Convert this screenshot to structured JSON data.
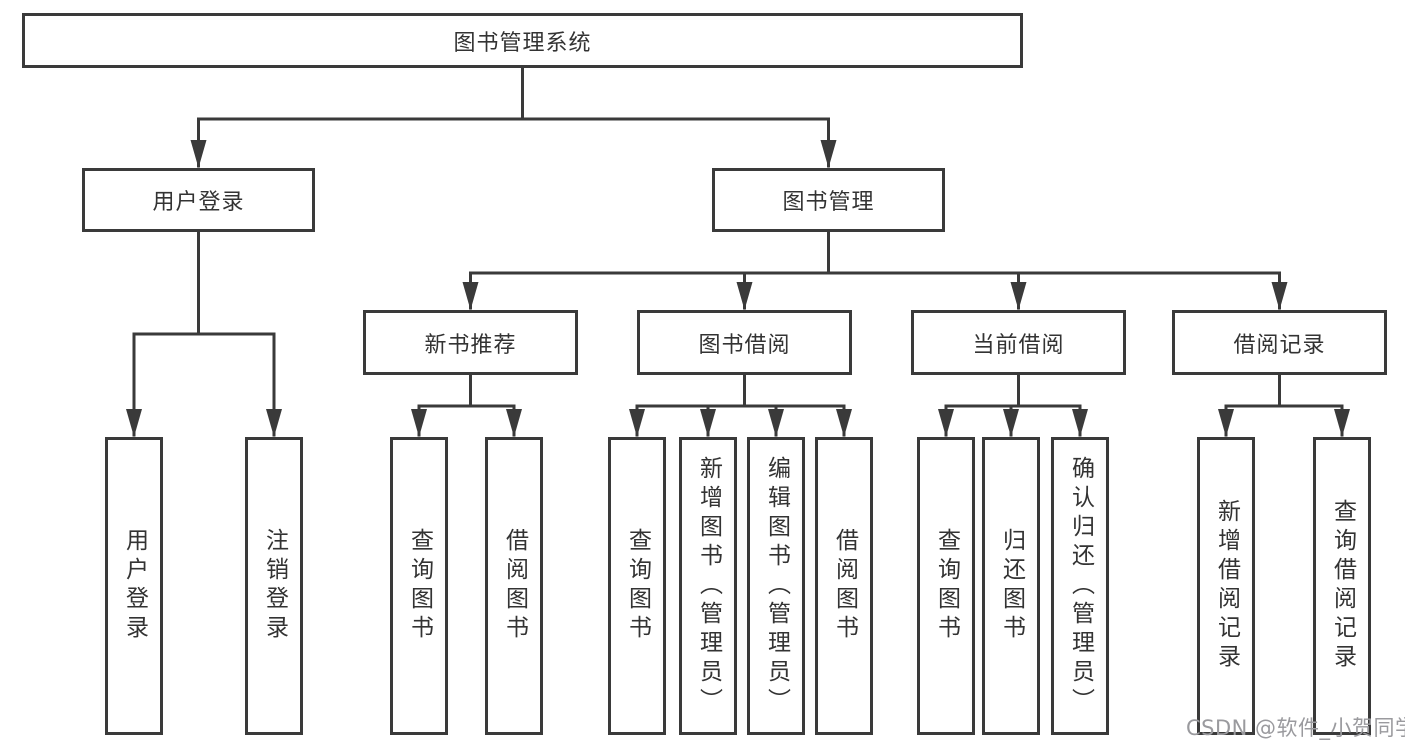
{
  "diagram": {
    "root": {
      "label": "图书管理系统"
    },
    "level2": [
      {
        "label": "用户登录"
      },
      {
        "label": "图书管理"
      }
    ],
    "level3": [
      {
        "label": "新书推荐"
      },
      {
        "label": "图书借阅"
      },
      {
        "label": "当前借阅"
      },
      {
        "label": "借阅记录"
      }
    ],
    "leaves": [
      {
        "label": "用户登录"
      },
      {
        "label": "注销登录"
      },
      {
        "label": "查询图书"
      },
      {
        "label": "借阅图书"
      },
      {
        "label": "查询图书"
      },
      {
        "label": "新增图书（管理员）"
      },
      {
        "label": "编辑图书（管理员）"
      },
      {
        "label": "借阅图书"
      },
      {
        "label": "查询图书"
      },
      {
        "label": "归还图书"
      },
      {
        "label": "确认归还（管理员）"
      },
      {
        "label": "新增借阅记录"
      },
      {
        "label": "查询借阅记录"
      }
    ]
  },
  "watermark": {
    "text": "CSDN @软件_小贺同学"
  },
  "colors": {
    "line": "#3a3a3a",
    "text": "#333333",
    "watermark": "#9a9a9e",
    "background": "#ffffff"
  }
}
